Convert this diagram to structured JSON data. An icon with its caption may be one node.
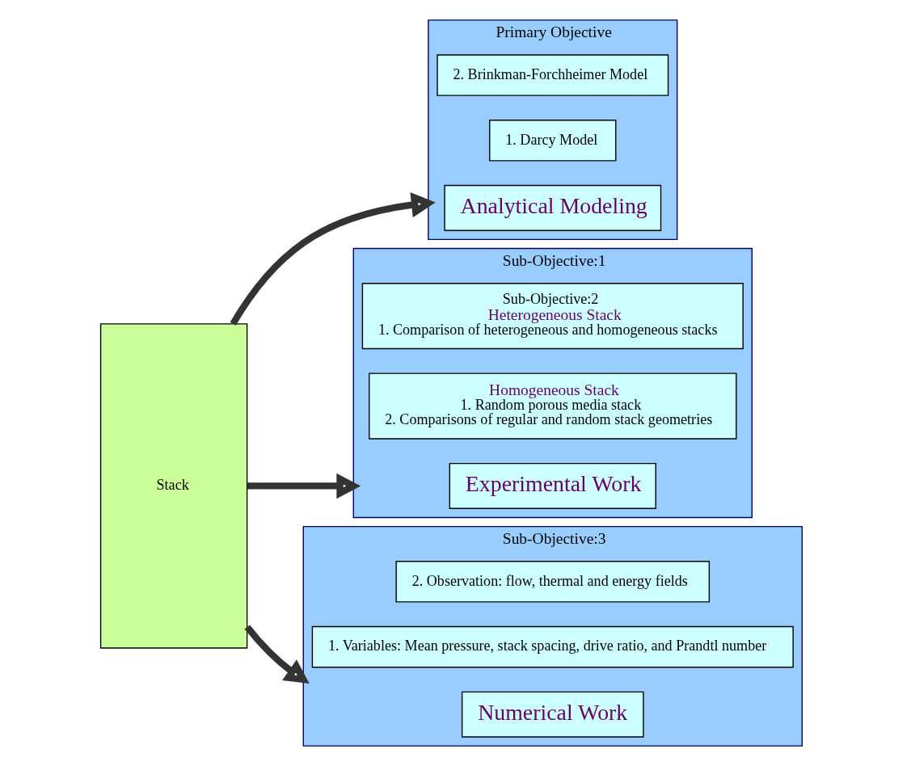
{
  "diagram": {
    "nodes": [
      {
        "text": [
          "Stack"
        ]
      },
      {
        "text": [
          "Primary Objective"
        ]
      },
      {
        "text": [
          "Analytical Modeling"
        ],
        "in": 1
      },
      {
        "text": [
          "1. Darcy Model"
        ],
        "in": 1
      },
      {
        "text": [
          "2. Brinkman-Forchheimer Model"
        ],
        "in": 1
      },
      {
        "text": [
          "Sub-Objective:1"
        ]
      },
      {
        "text": [
          "Experimental Work"
        ],
        "in": 5
      },
      {
        "text": [
          "Homogeneous Stack",
          "1. Random porous media stack",
          "2. Comparisons of regular and random stack geometries"
        ],
        "in": 5
      },
      {
        "text": [
          "Sub-Objective:2",
          "Heterogeneous Stack",
          "1. Comparison of heterogeneous and homogeneous stacks"
        ],
        "in": 5
      },
      {
        "text": [
          "Sub-Objective:3"
        ]
      },
      {
        "text": [
          "Numerical Work"
        ],
        "in": 9
      },
      {
        "text": [
          "1. Variables: Mean pressure, stack spacing, drive ratio, and Prandtl number"
        ],
        "in": 9
      },
      {
        "text": [
          "2. Observation: flow, thermal and energy fields"
        ],
        "in": 9
      }
    ],
    "edges": [
      {
        "from": 0,
        "to": 1,
        "arrow": "to"
      },
      {
        "from": 0,
        "to": 9,
        "arrow": "to"
      },
      {
        "from": 0,
        "to": 5,
        "arrow": "to"
      }
    ]
  }
}
